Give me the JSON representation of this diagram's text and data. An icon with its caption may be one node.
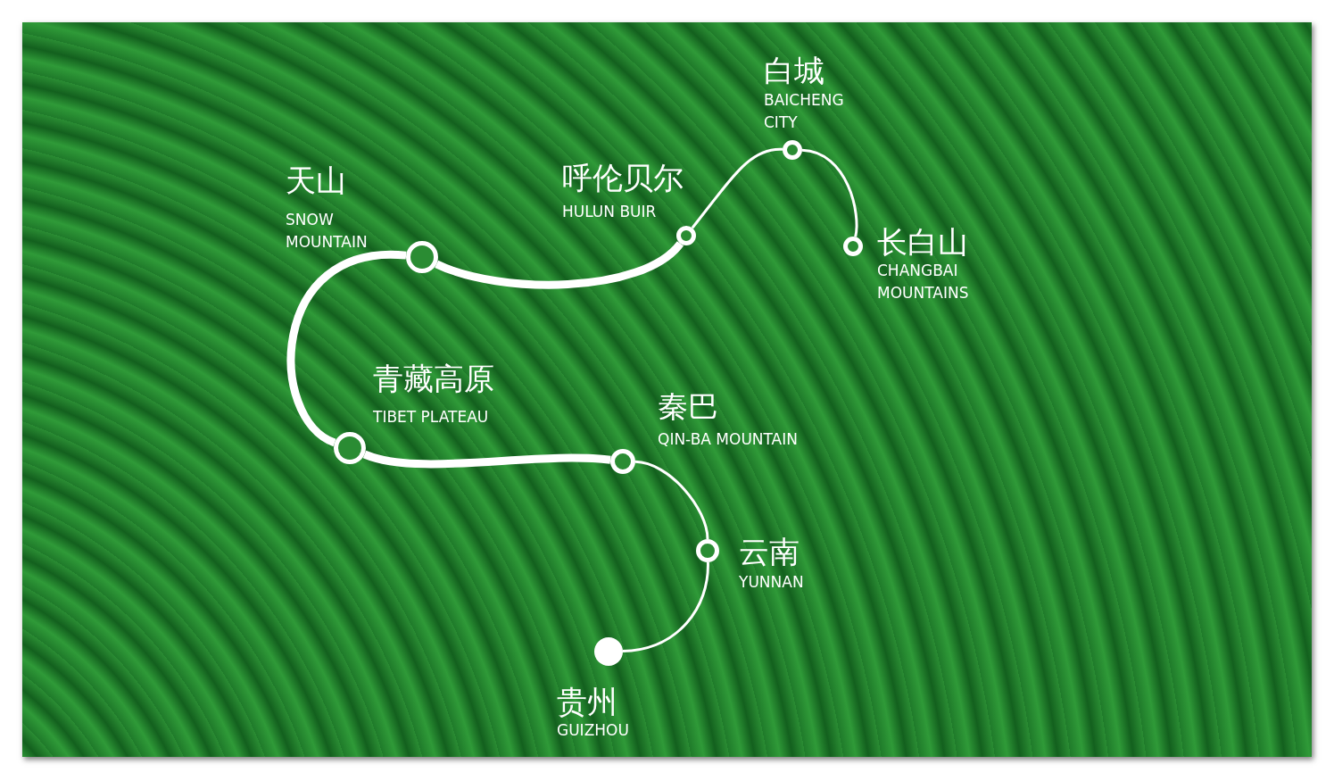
{
  "diagram": {
    "nodes": [
      {
        "text": [],
        "shape": "circle",
        "beside": [
          "贵州",
          "GUIZHOU"
        ]
      },
      {
        "text": [],
        "shape": "circle",
        "beside": [
          "云南",
          "YUNNAN"
        ]
      },
      {
        "text": [],
        "shape": "circle",
        "beside": [
          "秦巴",
          "QIN-BA MOUNTAIN"
        ]
      },
      {
        "text": [],
        "shape": "circle",
        "beside": [
          "青藏高原",
          "TIBET PLATEAU"
        ]
      },
      {
        "text": [],
        "shape": "circle",
        "beside": [
          "天山",
          "SNOW MOUNTAIN"
        ]
      },
      {
        "text": [],
        "shape": "circle",
        "beside": [
          "呼伦贝尔",
          "HULUN BUIR"
        ]
      },
      {
        "text": [],
        "shape": "circle",
        "beside": [
          "白城",
          "BAICHENG CITY"
        ]
      },
      {
        "text": [],
        "shape": "circle",
        "beside": [
          "长白山",
          "CHANGBAI MOUNTAINS"
        ]
      }
    ],
    "edges": [
      {
        "from": 0,
        "to": 1,
        "arrow": "none"
      },
      {
        "from": 1,
        "to": 2,
        "arrow": "none"
      },
      {
        "from": 2,
        "to": 3,
        "arrow": "none",
        "style": "thick"
      },
      {
        "from": 3,
        "to": 4,
        "arrow": "none",
        "style": "thick"
      },
      {
        "from": 4,
        "to": 5,
        "arrow": "none",
        "style": "thick"
      },
      {
        "from": 5,
        "to": 6,
        "arrow": "none"
      },
      {
        "from": 6,
        "to": 7,
        "arrow": "none"
      }
    ]
  }
}
